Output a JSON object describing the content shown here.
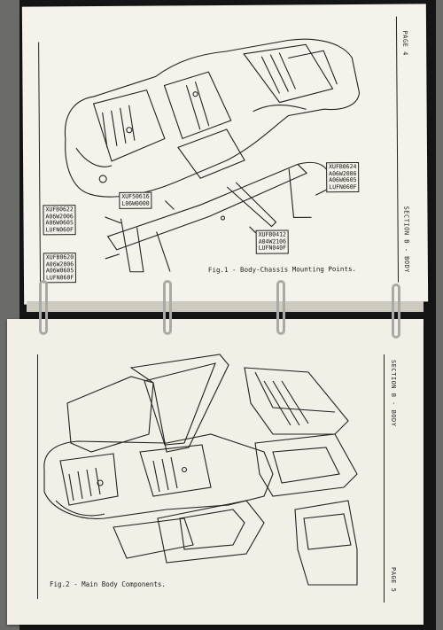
{
  "top_page": {
    "page_label": "PAGE 4",
    "section_label": "SECTION B - BODY",
    "caption": "Fig.1 - Body-Chassis Mounting Points.",
    "part_groups": [
      [
        "XUFB0624",
        "A06W2006",
        "A06W0605",
        "LUFN060F"
      ],
      [
        "XUF50616",
        "L06W0000"
      ],
      [
        "XUFB0622",
        "A06W2006",
        "A06W0605",
        "LUFN060F"
      ],
      [
        "XUFB0412",
        "A04W2106",
        "LUFN040F"
      ],
      [
        "XUFB0620",
        "A06W2006",
        "A06W0605",
        "LUFN060F"
      ]
    ]
  },
  "bottom_page": {
    "section_label": "SECTION B - BODY",
    "caption": "Fig.2 - Main Body Components.",
    "page_label": "PAGE 5"
  }
}
